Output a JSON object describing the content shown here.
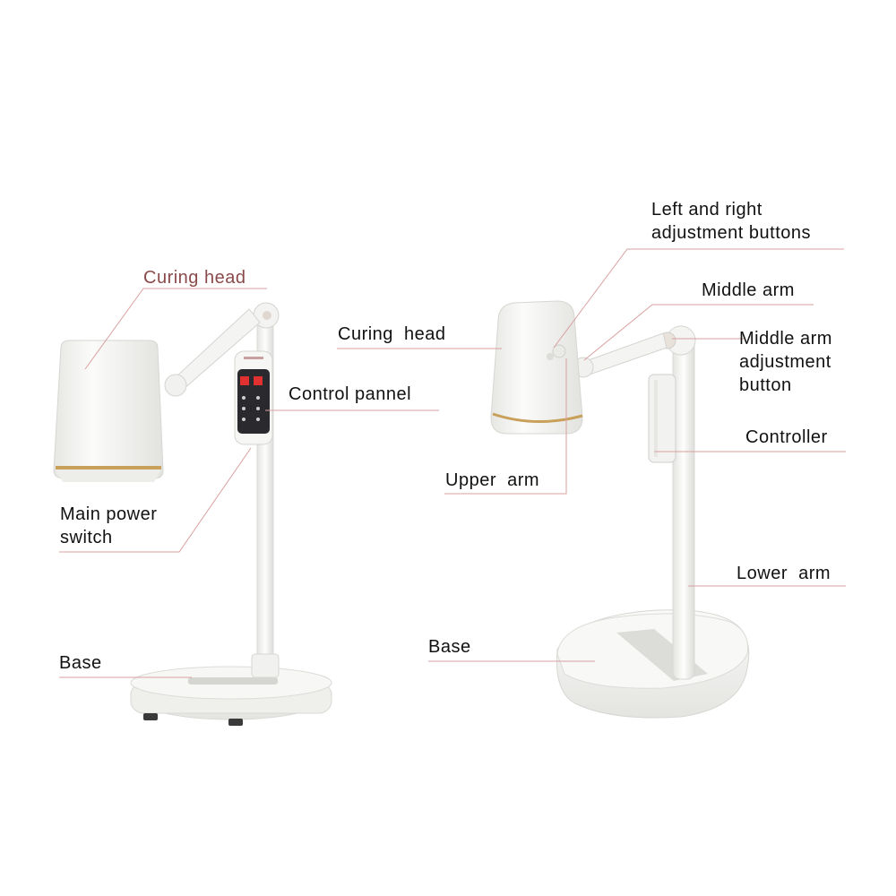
{
  "left_device": {
    "labels": {
      "curing_head": "Curing head",
      "control_panel": "Control pannel",
      "main_power_switch": "Main power\nswitch",
      "base": "Base"
    }
  },
  "right_device": {
    "labels": {
      "left_right_buttons": "Left and right\nadjustment buttons",
      "middle_arm": "Middle arm",
      "middle_arm_button": "Middle arm\nadjustment\nbutton",
      "curing_head": "Curing  head",
      "controller": "Controller",
      "upper_arm": "Upper  arm",
      "lower_arm": "Lower  arm",
      "base": "Base"
    }
  },
  "colors": {
    "leader_line": "#d9a0a0",
    "accent_ring": "#c9a05a",
    "device_body": "#f4f4f2",
    "panel_dark": "#2a2a2e",
    "display_red": "#e03030"
  }
}
